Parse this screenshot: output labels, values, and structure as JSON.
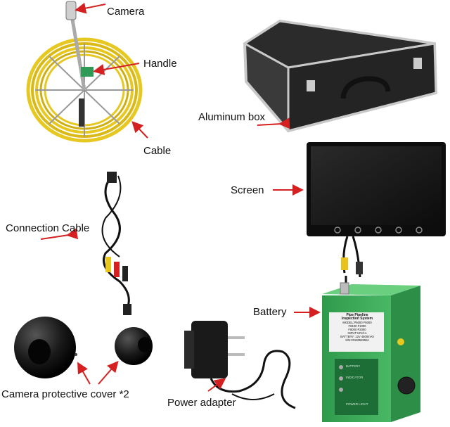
{
  "labels": {
    "camera": "Camera",
    "handle": "Handle",
    "cable": "Cable",
    "aluminum_box": "Aluminum box",
    "screen": "Screen",
    "connection_cable": "Connection Cable",
    "battery": "Battery",
    "camera_cover": "Camera protective cover *2",
    "power_adapter": "Power adapter"
  },
  "battery_panel": {
    "title_line1": "Pipe Pipeline",
    "title_line2": "Inspection System",
    "model_line": "MODEL:P5000 F5000",
    "model_line2": "F8100 F1000",
    "model_line3": "F8000 P2000",
    "input_line": "INPUT:12V/1A",
    "battery_line": "BATTERY: 12V 4500mAh",
    "sn_line": "S/N:20180526551",
    "indicator_battery": "BATTERY",
    "indicator_indicator": "INDICATOR",
    "indicator_power": "POWER LIGHT"
  },
  "colors": {
    "arrow_red": "#d42020",
    "cable_yellow": "#e6c821",
    "battery_green": "#3aa757",
    "box_dark": "#2a2a2a",
    "screen_black": "#161616"
  }
}
